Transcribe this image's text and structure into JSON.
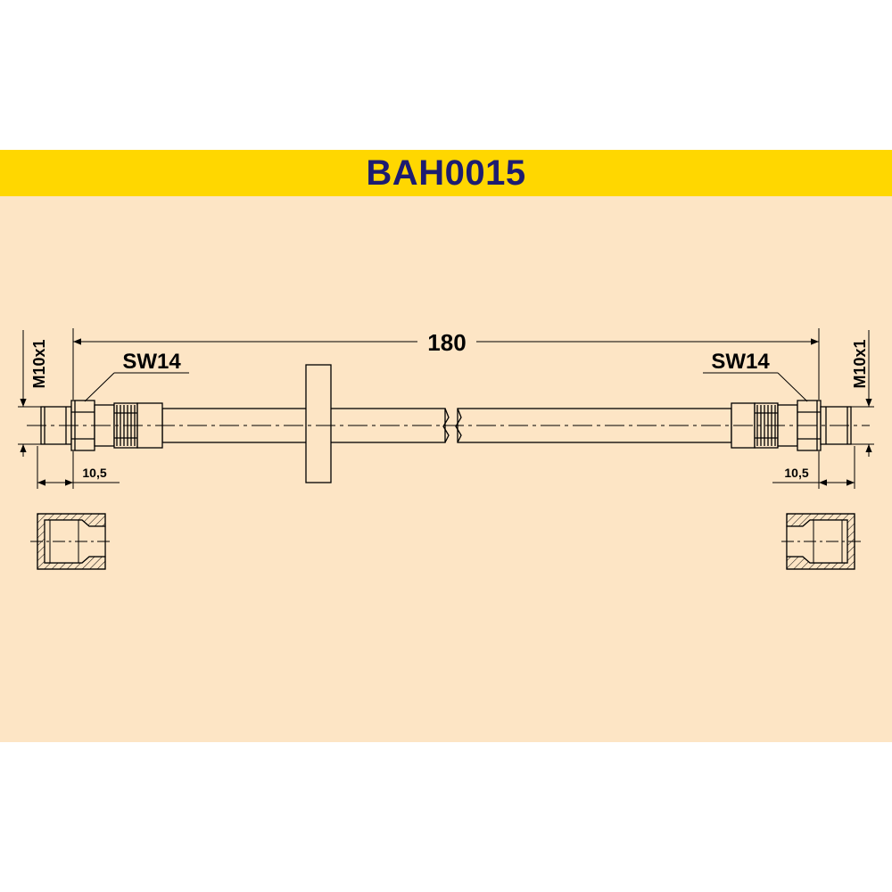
{
  "part_number": "BAH0015",
  "colors": {
    "header": "#ffd700",
    "background": "#fde5c5",
    "title": "#1c1c70"
  },
  "dimensions": {
    "total_length": "180",
    "left_wrench": "SW14",
    "right_wrench": "SW14",
    "left_thread": "M10x1",
    "right_thread": "M10x1",
    "left_fitting_length": "10,5",
    "right_fitting_length": "10,5"
  }
}
